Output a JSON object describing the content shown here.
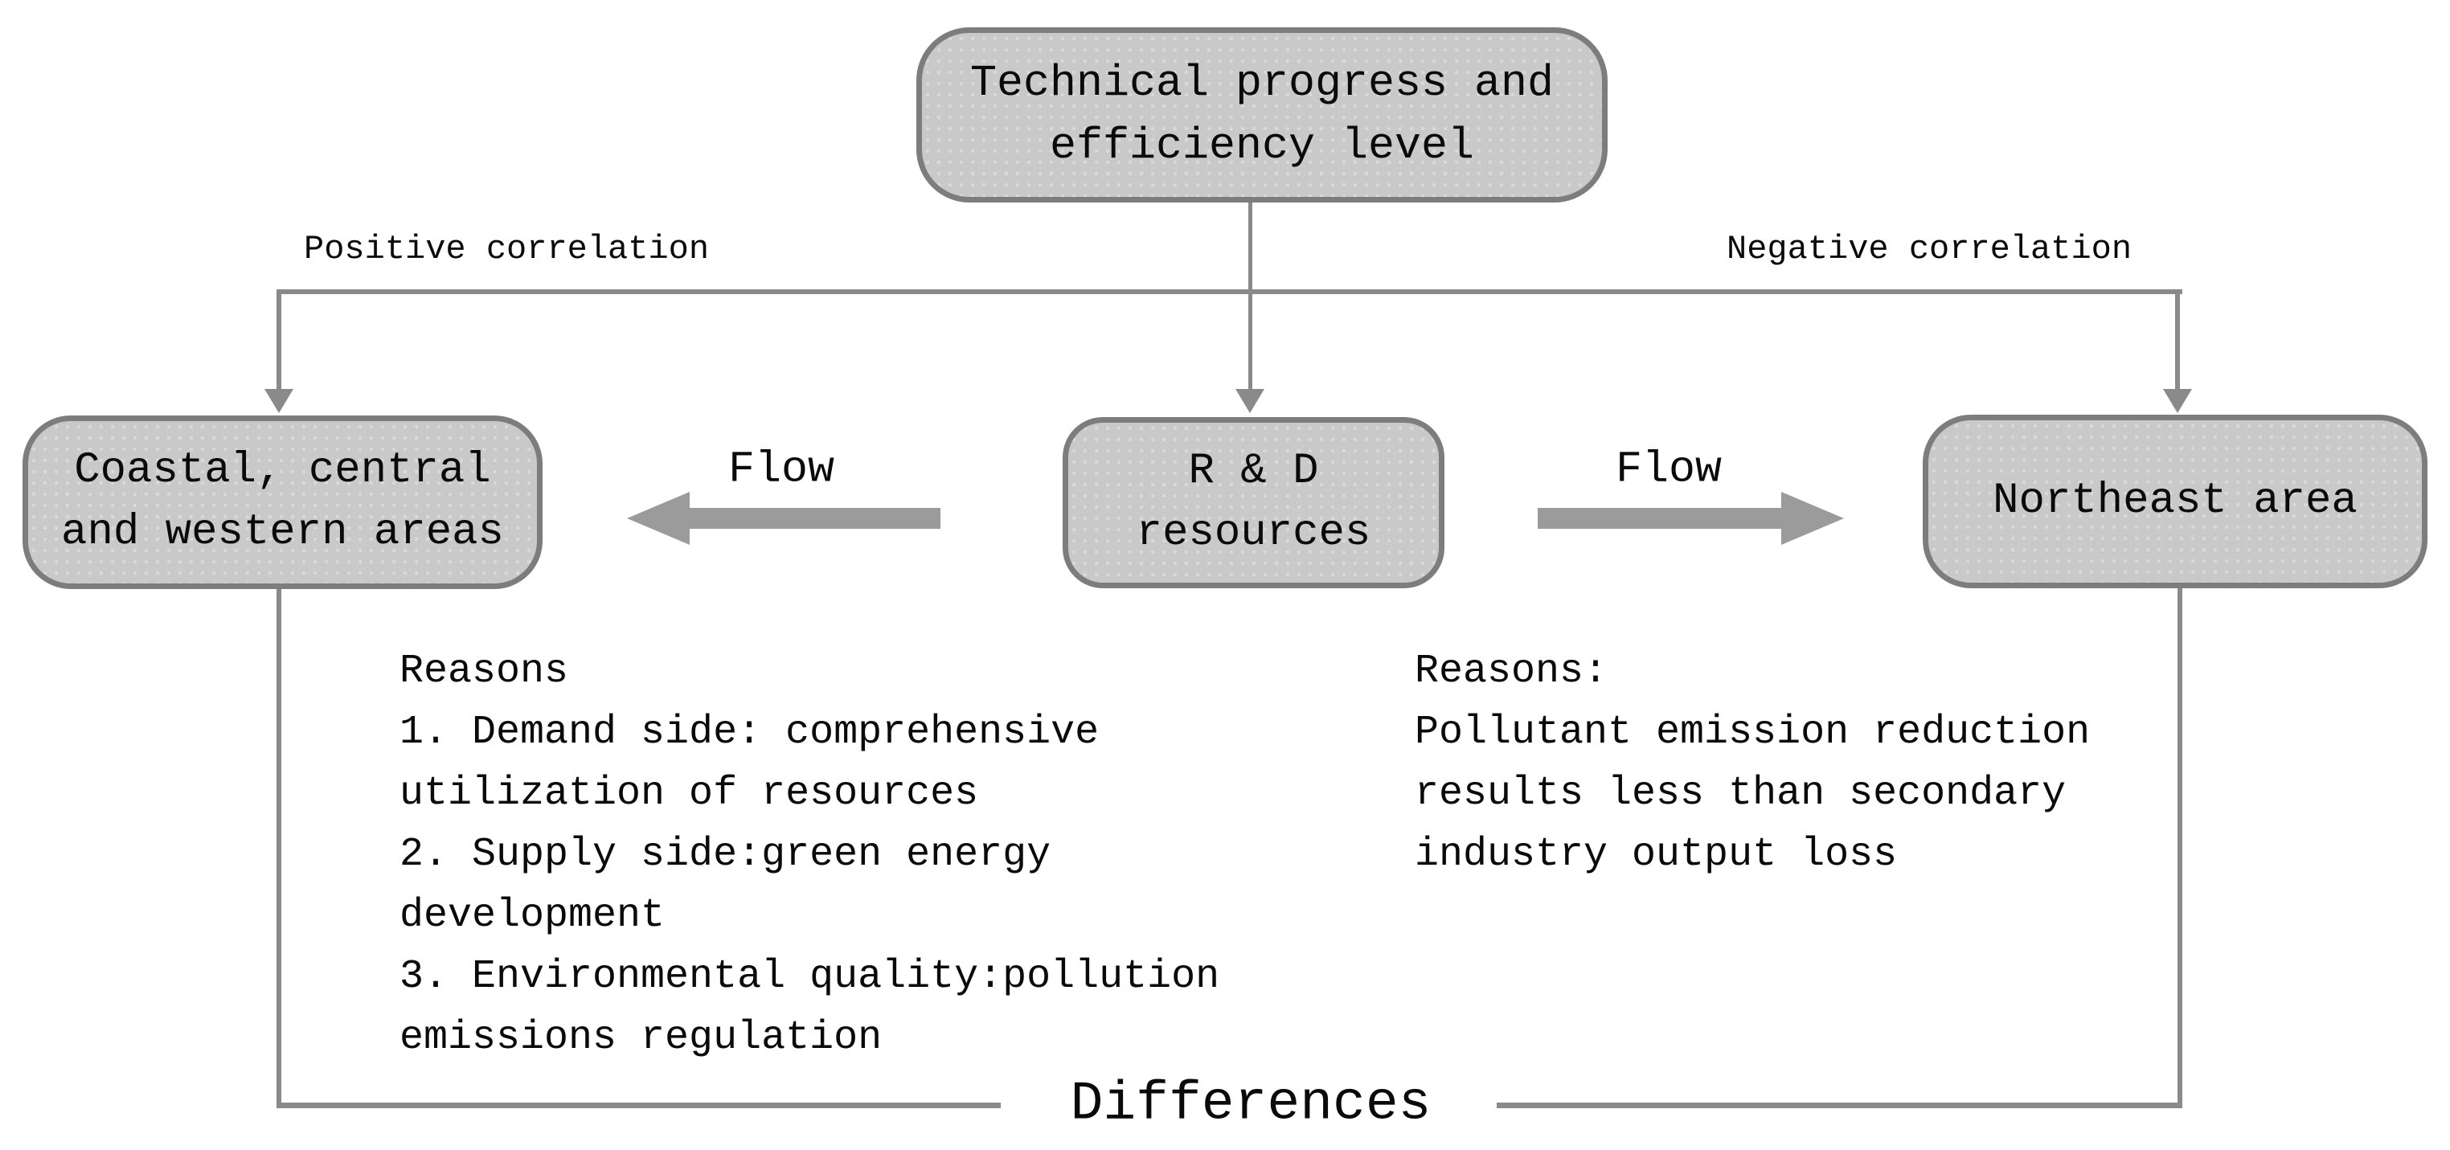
{
  "diagram": {
    "top_box": {
      "label": "Technical progress and\nefficiency level"
    },
    "left_box": {
      "label": "Coastal, central\nand western areas"
    },
    "center_box": {
      "label": "R & D\nresources"
    },
    "right_box": {
      "label": "Northeast area"
    },
    "edge_labels": {
      "positive": "Positive correlation",
      "negative": "Negative correlation",
      "flow_left": "Flow",
      "flow_right": "Flow",
      "differences": "Differences"
    },
    "left_reasons": "Reasons\n1. Demand side: comprehensive\nutilization of resources\n2. Supply side:green energy\ndevelopment\n3. Environmental quality:pollution\nemissions regulation",
    "right_reasons": "Reasons:\nPollutant emission reduction\nresults less than secondary\nindustry output loss",
    "colors": {
      "background": "#ffffff",
      "node_fill": "#c9c9c9",
      "node_border": "#7d7d7d",
      "line": "#8a8a8a",
      "arrow": "#9b9b9b",
      "text": "#0a0a0a"
    }
  }
}
